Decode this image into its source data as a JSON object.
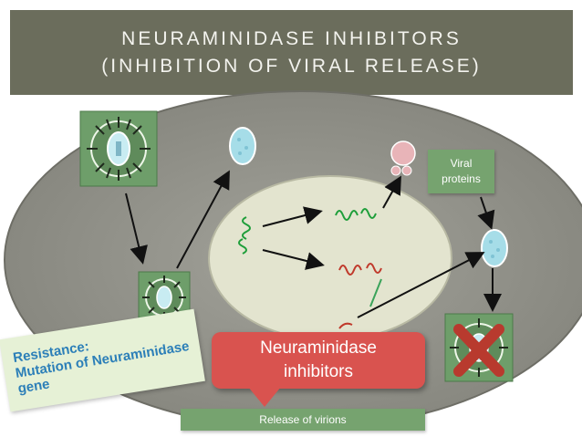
{
  "header": {
    "line1": "NEURAMINIDASE INHIBITORS",
    "line2": "(INHIBITION OF VIRAL RELEASE)"
  },
  "labels": {
    "viral_proteins_line1": "Viral",
    "viral_proteins_line2": "proteins",
    "release_of_virions": "Release of virions"
  },
  "callout": {
    "line1": "Neuraminidase",
    "line2": "inhibitors"
  },
  "resistance": {
    "line1": "Resistance:",
    "line2": "Mutation of Neuraminidase",
    "line3": "gene"
  },
  "colors": {
    "header_bg": "#6b6d5c",
    "cell_gray": "#8c8c84",
    "nucleus": "#e3e4cf",
    "green_box": "#6e9e6a",
    "callout_red": "#d9534f",
    "virion_blue": "#a6dde8",
    "cross_red": "#c0392b"
  }
}
